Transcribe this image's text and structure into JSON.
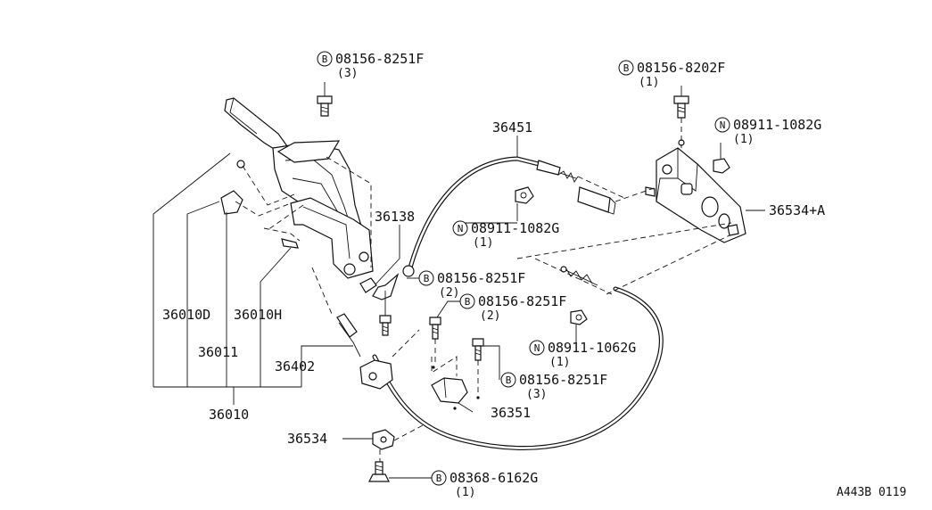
{
  "diagram": {
    "reference_code": "A443B 0119",
    "part_labels": {
      "p36451": "36451",
      "p36138": "36138",
      "p36534a": "36534+A",
      "p36010d": "36010D",
      "p36010h": "36010H",
      "p36011": "36011",
      "p36010": "36010",
      "p36402": "36402",
      "p36351": "36351",
      "p36534": "36534"
    },
    "fasteners": {
      "b_8251f_top": {
        "marker": "B",
        "number": "08156-8251F",
        "qty": "(3)"
      },
      "b_8202f": {
        "marker": "B",
        "number": "08156-8202F",
        "qty": "(1)"
      },
      "n_1082g_right": {
        "marker": "N",
        "number": "08911-1082G",
        "qty": "(1)"
      },
      "n_1082g_mid": {
        "marker": "N",
        "number": "08911-1082G",
        "qty": "(1)"
      },
      "b_8251f_a": {
        "marker": "B",
        "number": "08156-8251F",
        "qty": "(2)"
      },
      "b_8251f_b": {
        "marker": "B",
        "number": "08156-8251F",
        "qty": "(2)"
      },
      "n_1062g": {
        "marker": "N",
        "number": "08911-1062G",
        "qty": "(1)"
      },
      "b_8251f_c": {
        "marker": "B",
        "number": "08156-8251F",
        "qty": "(3)"
      },
      "b_6162g": {
        "marker": "B",
        "number": "08368-6162G",
        "qty": "(1)"
      }
    }
  }
}
